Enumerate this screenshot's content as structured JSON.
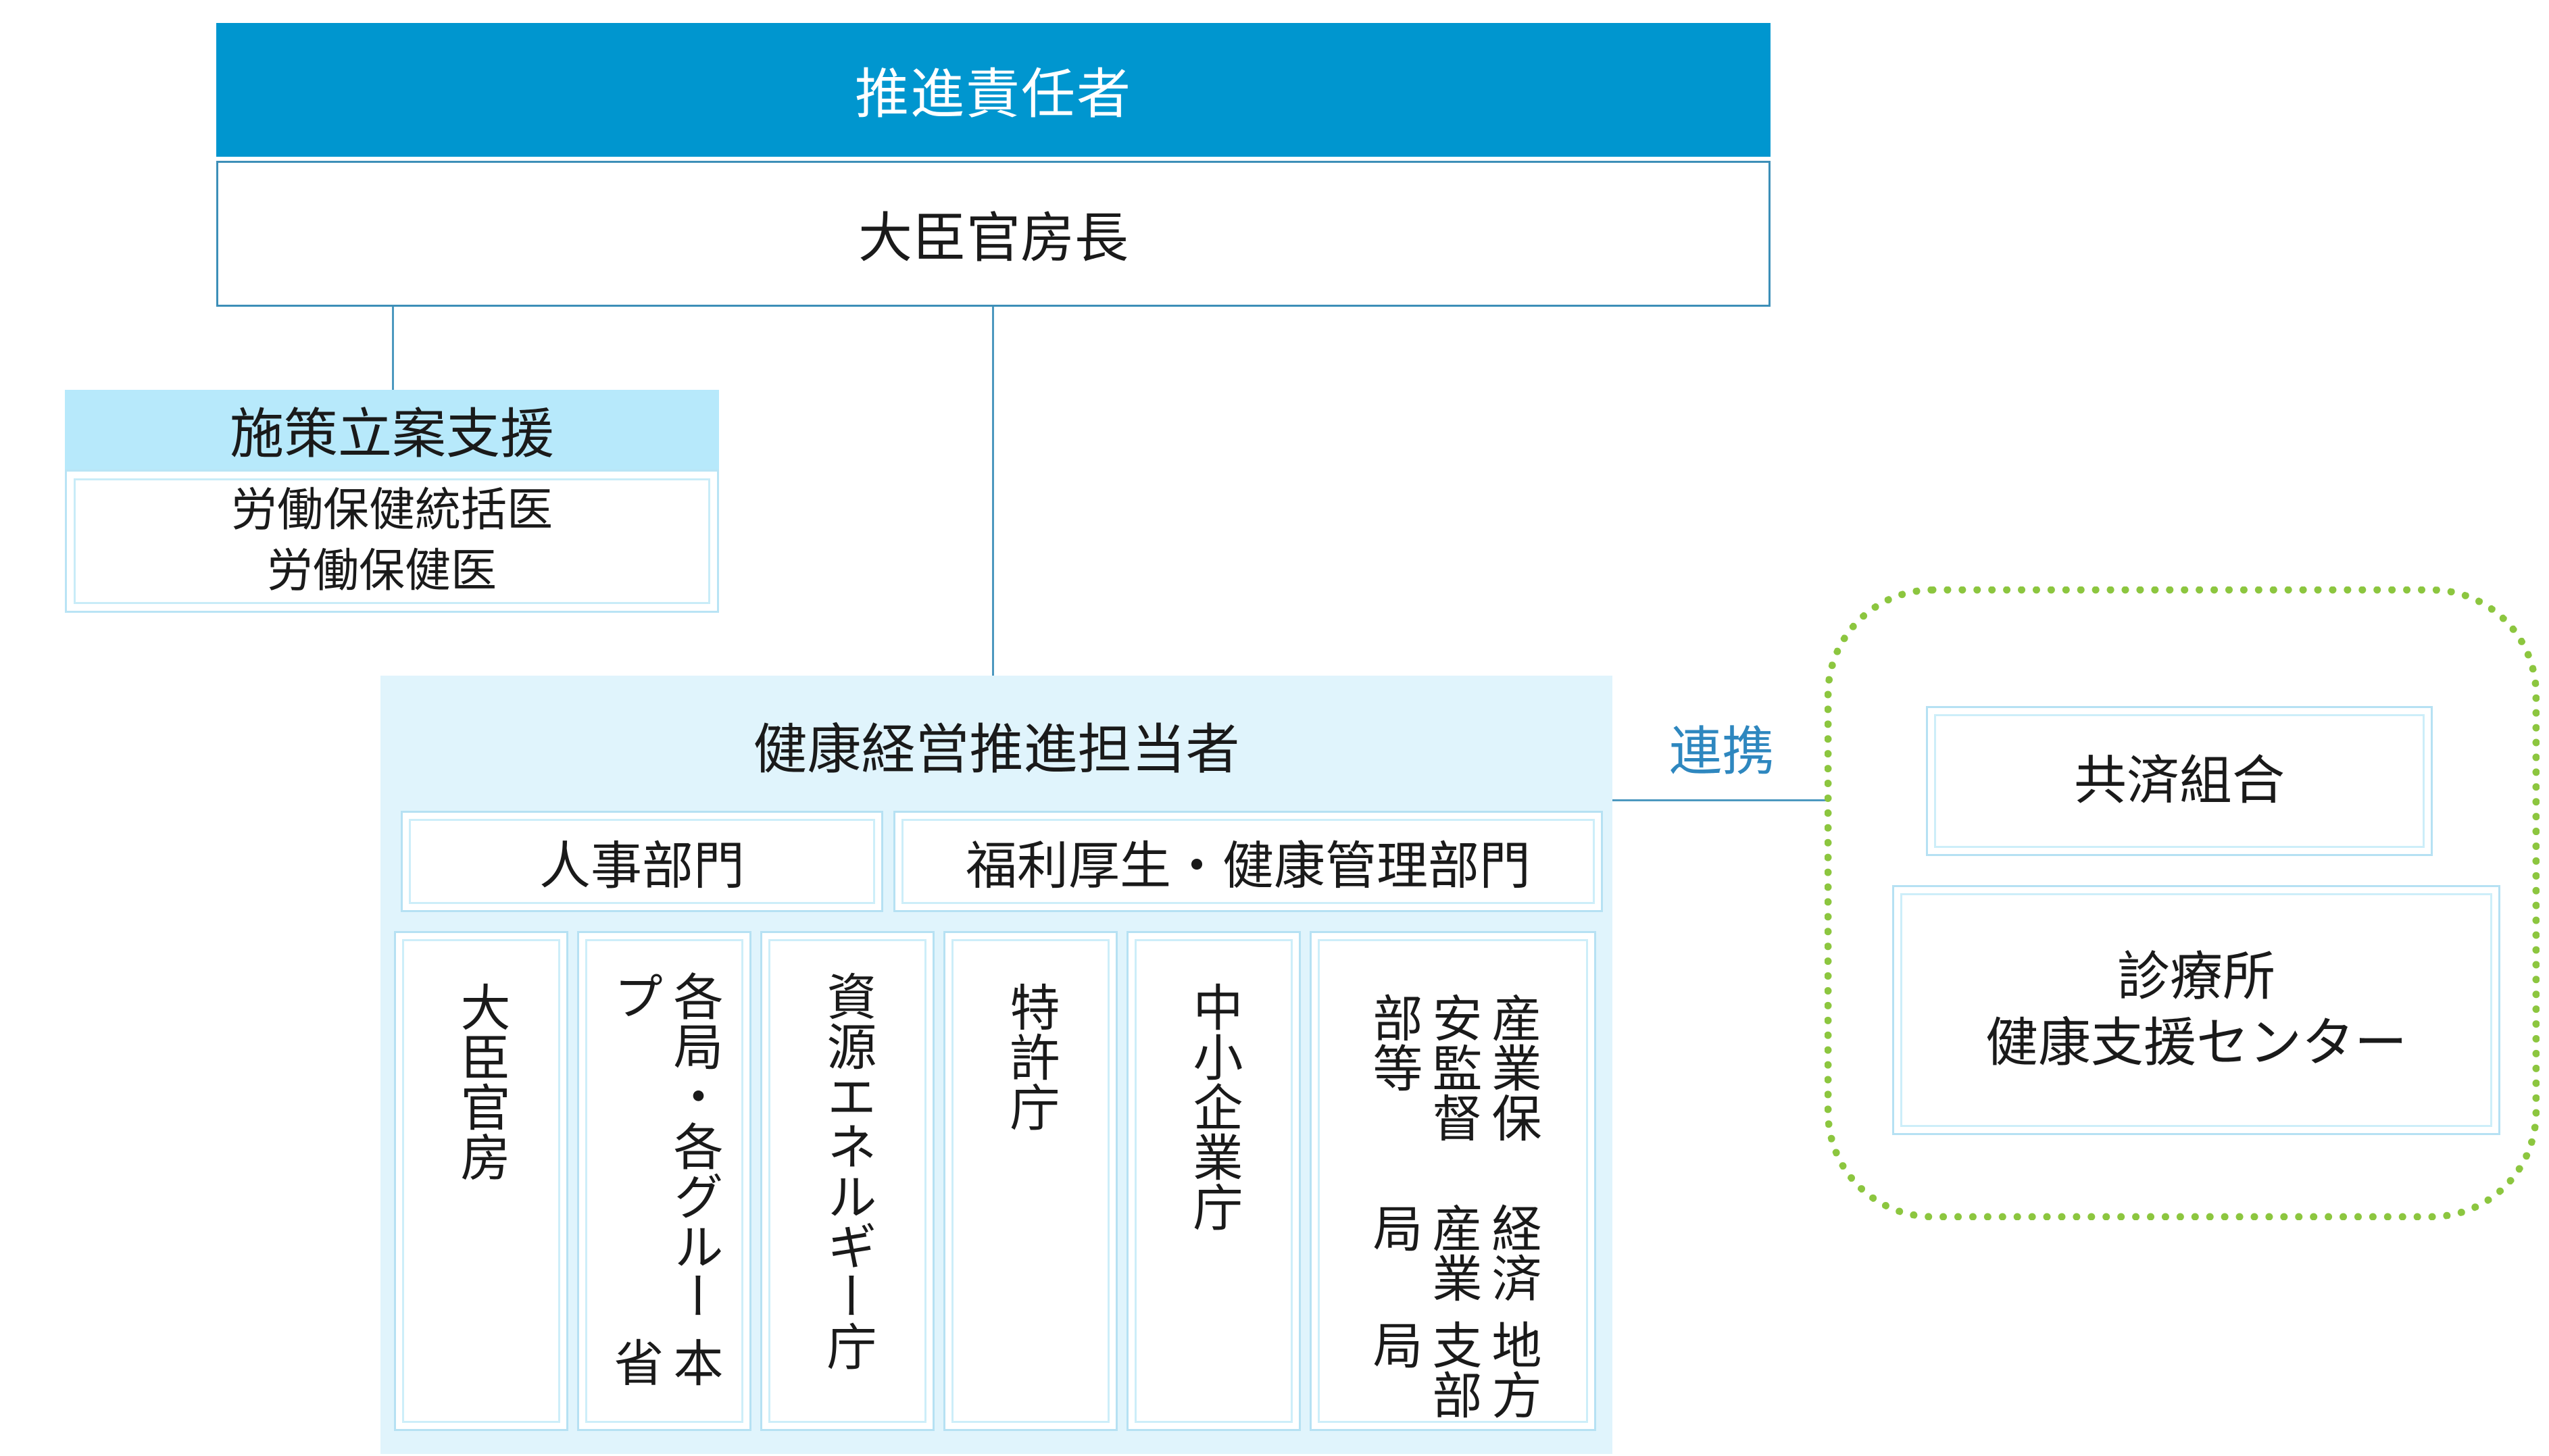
{
  "top": {
    "header": "推進責任者",
    "body": "大臣官房長"
  },
  "support": {
    "header": "施策立案支援",
    "lines": [
      "労働保健統括医",
      "労働保健医"
    ]
  },
  "main": {
    "title": "健康経営推進担当者",
    "departments": [
      "人事部門",
      "福利厚生・健康管理部門"
    ],
    "columns": [
      {
        "lines": [
          "大臣官房"
        ]
      },
      {
        "lines": [
          "本省",
          "各局・各グループ"
        ]
      },
      {
        "lines": [
          "資源エネルギー庁"
        ]
      },
      {
        "lines": [
          "特許庁"
        ]
      },
      {
        "lines": [
          "中小企業庁"
        ]
      },
      {
        "lines": [
          "地方支部局",
          "経済産業局",
          "産業保安監督部等"
        ]
      }
    ]
  },
  "link": {
    "label": "連携"
  },
  "partners": {
    "box1": "共済組合",
    "box2_lines": [
      "診療所",
      "健康支援センター"
    ]
  },
  "colors": {
    "header_blue": "#0096cf",
    "light_blue": "#b7e9fb",
    "panel_blue": "#e0f4fc",
    "link_text": "#2e87bf",
    "dotted_green": "#8cc63f"
  }
}
